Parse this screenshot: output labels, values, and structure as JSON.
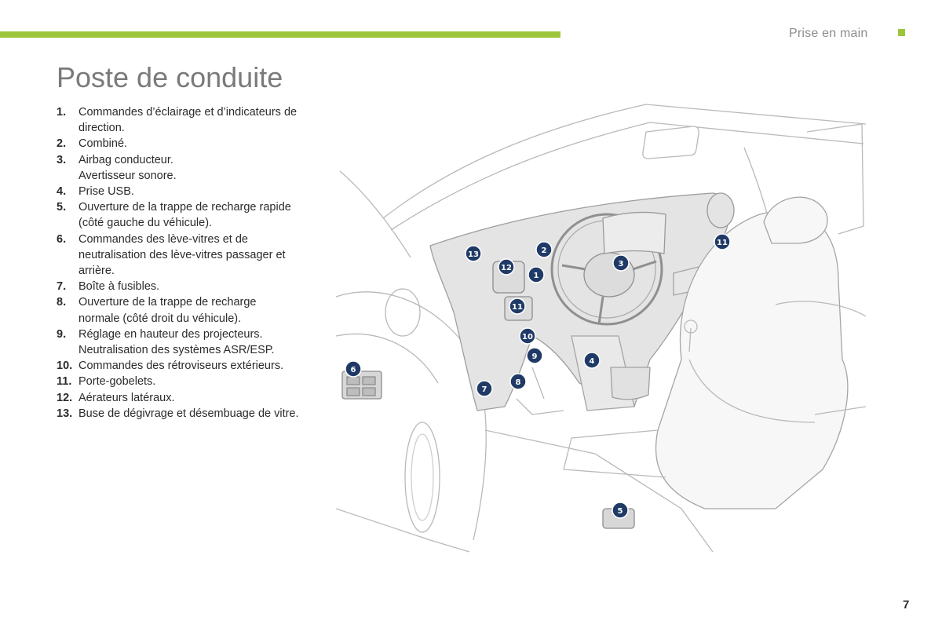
{
  "header": {
    "section": "Prise en main",
    "accent_color": "#9dc53b"
  },
  "page_title": "Poste de conduite",
  "legend": [
    {
      "number": "1.",
      "lines": [
        "Commandes d’éclairage et d’indicateurs de",
        "direction."
      ]
    },
    {
      "number": "2.",
      "lines": [
        "Combiné."
      ]
    },
    {
      "number": "3.",
      "lines": [
        "Airbag conducteur.",
        "Avertisseur sonore."
      ]
    },
    {
      "number": "4.",
      "lines": [
        "Prise USB."
      ]
    },
    {
      "number": "5.",
      "lines": [
        "Ouverture de la trappe de recharge rapide",
        "(côté gauche du véhicule)."
      ]
    },
    {
      "number": "6.",
      "lines": [
        "Commandes des lève-vitres et de",
        "neutralisation des lève-vitres passager et",
        "arrière."
      ]
    },
    {
      "number": "7.",
      "lines": [
        "Boîte à fusibles."
      ]
    },
    {
      "number": "8.",
      "lines": [
        "Ouverture de la trappe de recharge",
        "normale (côté droit du véhicule)."
      ]
    },
    {
      "number": "9.",
      "lines": [
        "Réglage en hauteur des projecteurs.",
        "Neutralisation des systèmes ASR/ESP."
      ]
    },
    {
      "number": "10.",
      "lines": [
        "Commandes des rétroviseurs extérieurs."
      ]
    },
    {
      "number": "11.",
      "lines": [
        "Porte-gobelets."
      ]
    },
    {
      "number": "12.",
      "lines": [
        "Aérateurs latéraux."
      ]
    },
    {
      "number": "13.",
      "lines": [
        "Buse de dégivrage et désembuage de vitre."
      ]
    }
  ],
  "callouts": [
    "1",
    "2",
    "3",
    "4",
    "5",
    "6",
    "7",
    "8",
    "9",
    "10",
    "11",
    "11",
    "12",
    "13"
  ],
  "page_number": "7"
}
